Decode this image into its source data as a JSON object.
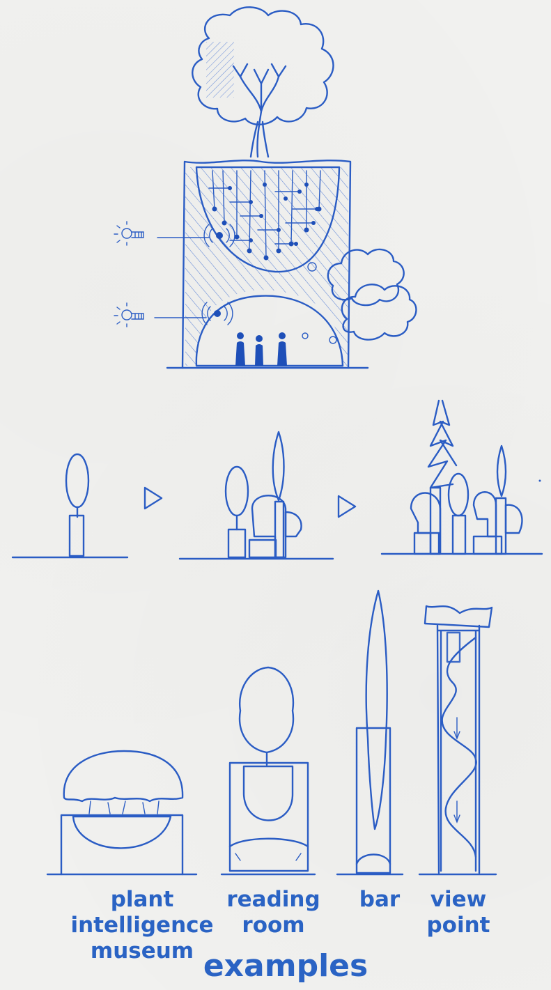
{
  "labels": {
    "plant": [
      "plant",
      "intelligence",
      "museum"
    ],
    "reading": [
      "reading",
      "room"
    ],
    "bar": [
      "bar"
    ],
    "view": [
      "view",
      "point"
    ]
  },
  "title": "examples",
  "colors": {
    "ink": "#2a5cc4",
    "paper": "#f1f1ef"
  },
  "icons": [
    "lightbulb-icon",
    "lightbulb-icon",
    "play-arrow-icon",
    "play-arrow-icon"
  ]
}
